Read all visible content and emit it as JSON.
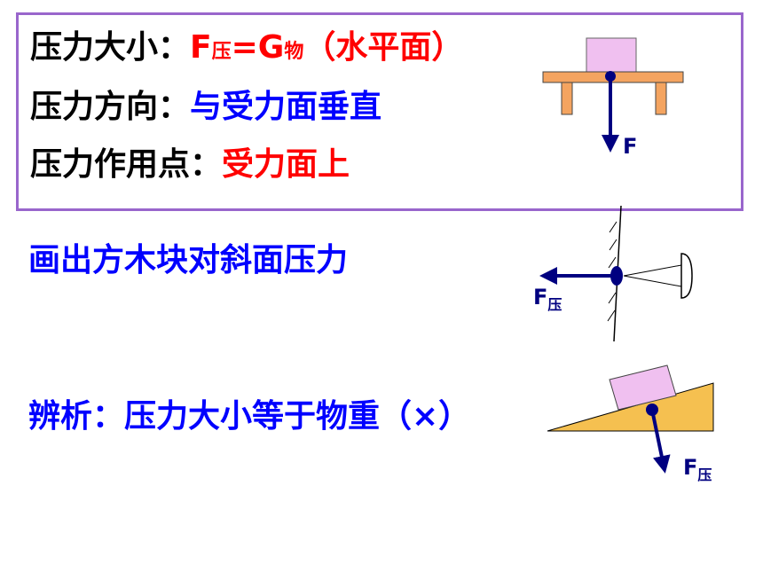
{
  "box": {
    "line1": {
      "label": "压力大小：",
      "f": "F",
      "f_sub": "压",
      "eq": "=G",
      "g_sub": "物",
      "note": "（水平面）"
    },
    "line2": {
      "label": "压力方向：",
      "value": "与受力面垂直"
    },
    "line3": {
      "label": "压力作用点：",
      "value": "受力面上"
    }
  },
  "task": {
    "text": "画出方木块对斜面压力"
  },
  "judge": {
    "text": "辨析：压力大小等于物重（×）"
  },
  "figures": {
    "table_force": "F",
    "wall_force": "F",
    "wall_force_sub": "压",
    "slope_force": "F",
    "slope_force_sub": "压"
  },
  "colors": {
    "border": "#9966cc",
    "red": "#ff0000",
    "blue": "#0000ff",
    "arrow": "#000080",
    "table": "#f4a460",
    "block": "#f0c0f0",
    "slope": "#f5c050"
  }
}
